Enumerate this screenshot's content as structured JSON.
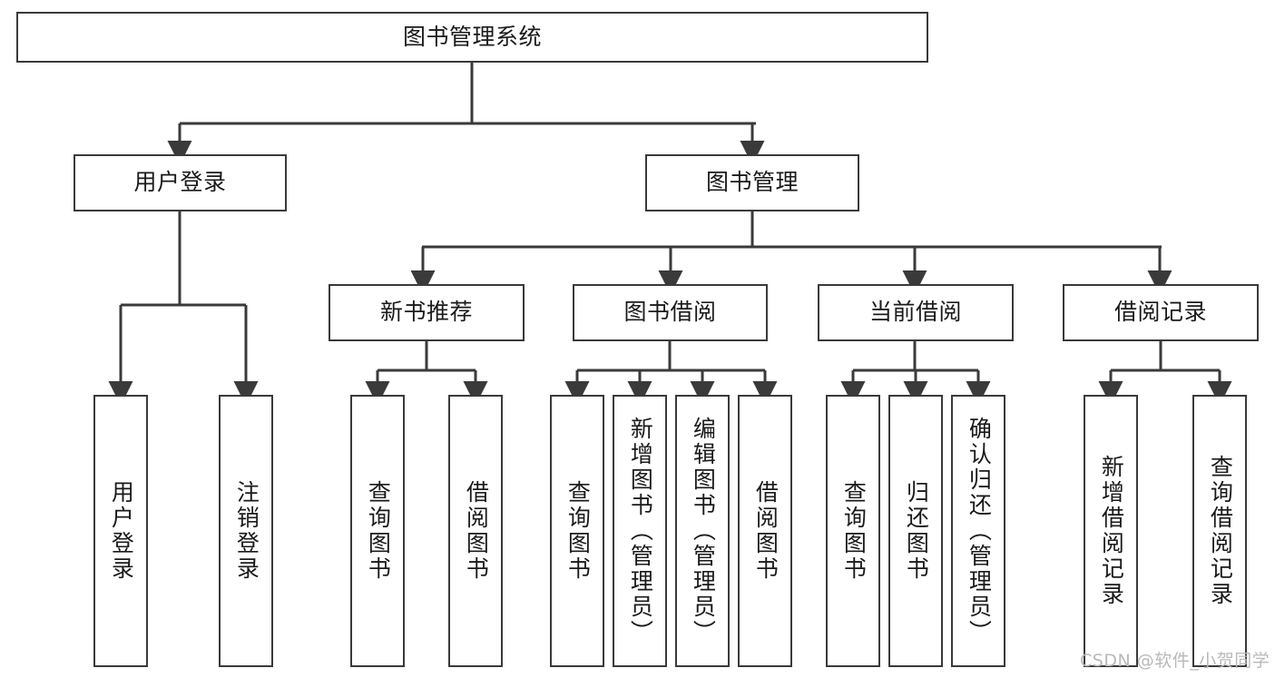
{
  "diagram": {
    "type": "tree-hierarchy",
    "title": "图书管理系统",
    "root": {
      "id": "root",
      "label": "图书管理系统"
    },
    "level2": [
      {
        "id": "user-login",
        "label": "用户登录"
      },
      {
        "id": "book-manage",
        "label": "图书管理"
      }
    ],
    "level3": [
      {
        "id": "new-book-rec",
        "label": "新书推荐"
      },
      {
        "id": "book-borrow",
        "label": "图书借阅"
      },
      {
        "id": "current-borrow",
        "label": "当前借阅"
      },
      {
        "id": "borrow-record",
        "label": "借阅记录"
      }
    ],
    "leaves": {
      "user_login": [
        {
          "id": "leaf-user-login",
          "label": "用户登录"
        },
        {
          "id": "leaf-logout",
          "label": "注销登录"
        }
      ],
      "new_book_rec": [
        {
          "id": "leaf-query-book-1",
          "label": "查询图书"
        },
        {
          "id": "leaf-borrow-book-1",
          "label": "借阅图书"
        }
      ],
      "book_borrow": [
        {
          "id": "leaf-query-book-2",
          "label": "查询图书"
        },
        {
          "id": "leaf-add-book",
          "label": "新增图书（管理员）"
        },
        {
          "id": "leaf-edit-book",
          "label": "编辑图书（管理员）"
        },
        {
          "id": "leaf-borrow-book-2",
          "label": "借阅图书"
        }
      ],
      "current_borrow": [
        {
          "id": "leaf-query-book-3",
          "label": "查询图书"
        },
        {
          "id": "leaf-return-book",
          "label": "归还图书"
        },
        {
          "id": "leaf-confirm-return",
          "label": "确认归还（管理员）"
        }
      ],
      "borrow_record": [
        {
          "id": "leaf-add-record",
          "label": "新增借阅记录"
        },
        {
          "id": "leaf-query-record",
          "label": "查询借阅记录"
        }
      ]
    }
  },
  "watermark": {
    "text": "CSDN @软件_小贺同学"
  },
  "colors": {
    "stroke": "#3a3a3a",
    "background": "#ffffff",
    "text": "#1a1a1a",
    "watermark": "#b9b9b9"
  }
}
